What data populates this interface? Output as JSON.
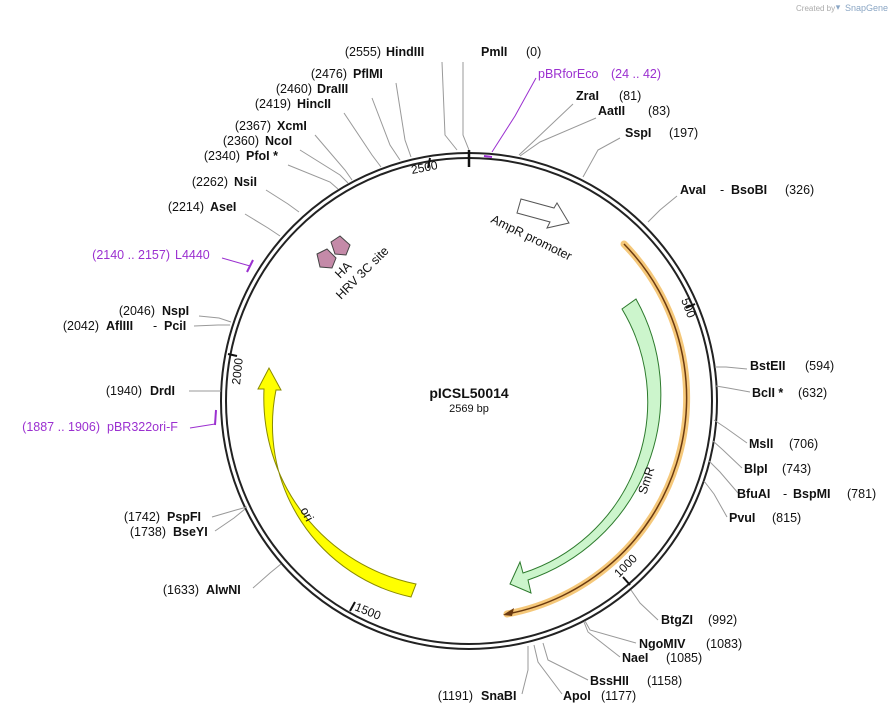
{
  "watermark": {
    "created_by": "Created by",
    "brand": "SnapGene"
  },
  "plasmid": {
    "name": "pICSL50014",
    "size": "2569 bp"
  },
  "ticks": [
    "2500",
    "500",
    "1000",
    "1500",
    "2000"
  ],
  "sites_right": [
    {
      "name": "PmlI",
      "pos": "(0)"
    },
    {
      "name": "ZraI",
      "pos": "(81)"
    },
    {
      "name": "AatII",
      "pos": "(83)"
    },
    {
      "name": "SspI",
      "pos": "(197)"
    },
    {
      "name": "AvaI",
      "name2": "BsoBI",
      "pos": "(326)"
    },
    {
      "name": "BstEII",
      "pos": "(594)"
    },
    {
      "name": "BclI *",
      "pos": "(632)"
    },
    {
      "name": "MslI",
      "pos": "(706)"
    },
    {
      "name": "BlpI",
      "pos": "(743)"
    },
    {
      "name": "BfuAI",
      "name2": "BspMI",
      "pos": "(781)"
    },
    {
      "name": "PvuI",
      "pos": "(815)"
    },
    {
      "name": "BtgZI",
      "pos": "(992)"
    },
    {
      "name": "NgoMIV",
      "pos": "(1083)"
    },
    {
      "name": "NaeI",
      "pos": "(1085)"
    },
    {
      "name": "BssHII",
      "pos": "(1158)"
    },
    {
      "name": "ApoI",
      "pos": "(1177)"
    },
    {
      "name": "SnaBI",
      "pos": "(1191)"
    }
  ],
  "sites_left": [
    {
      "name": "HindIII",
      "pos": "(2555)"
    },
    {
      "name": "PflMI",
      "pos": "(2476)"
    },
    {
      "name": "DraIII",
      "pos": "(2460)"
    },
    {
      "name": "HincII",
      "pos": "(2419)"
    },
    {
      "name": "XcmI",
      "pos": "(2367)"
    },
    {
      "name": "NcoI",
      "pos": "(2360)"
    },
    {
      "name": "PfoI *",
      "pos": "(2340)"
    },
    {
      "name": "NsiI",
      "pos": "(2262)"
    },
    {
      "name": "AseI",
      "pos": "(2214)"
    },
    {
      "name": "NspI",
      "pos": "(2046)"
    },
    {
      "name": "AflIII",
      "name2": "PciI",
      "pos": "(2042)"
    },
    {
      "name": "DrdI",
      "pos": "(1940)"
    },
    {
      "name": "PspFI",
      "pos": "(1742)"
    },
    {
      "name": "BseYI",
      "pos": "(1738)"
    },
    {
      "name": "AlwNI",
      "pos": "(1633)"
    }
  ],
  "primers": [
    {
      "name": "pBRforEco",
      "range": "(24 .. 42)"
    },
    {
      "name": "L4440",
      "range": "(2140 .. 2157)"
    },
    {
      "name": "pBR322ori-F",
      "range": "(1887 .. 1906)"
    }
  ],
  "features": [
    {
      "name": "AmpR promoter"
    },
    {
      "name": "SmR"
    },
    {
      "name": "ori"
    },
    {
      "name": "HA"
    },
    {
      "name": "HRV 3C site"
    }
  ],
  "colors": {
    "backbone": "#222222",
    "primer": "#9b30d0",
    "smr_fill": "#ccf5cc",
    "ori_fill": "#ffff00",
    "orf_highlight": "#f5c87a",
    "tag_fill": "#c48aa8"
  }
}
